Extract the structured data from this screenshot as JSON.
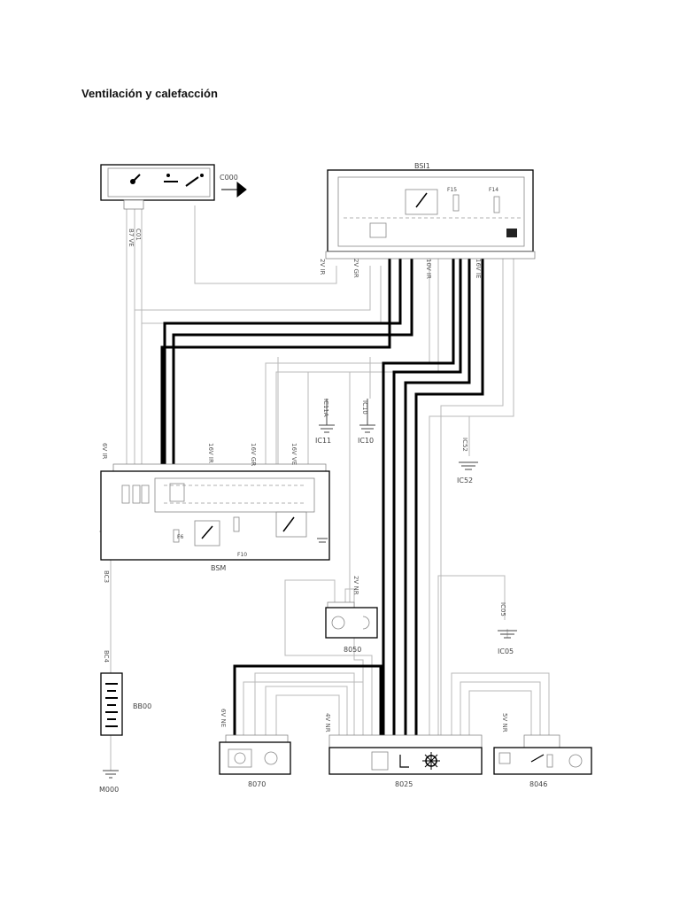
{
  "title": "Ventilación y calefacción",
  "components": {
    "bsi1": "BSI1",
    "bsm": "BSM",
    "c000": "C000",
    "bb00": "BB00",
    "m000": "M000",
    "c8025": "8025",
    "c8070": "8070",
    "c8050": "8050",
    "c8046": "8046",
    "f10": "F10",
    "f15": "F15",
    "f14": "F14",
    "f6": "F6"
  },
  "grounds": {
    "ic11": "IC11",
    "ic10": "IC10",
    "ic52": "IC52",
    "ic05": "IC05"
  },
  "splices": {
    "s1": "IC11A",
    "s2": "IC10",
    "s3": "IC52",
    "s4": "IC05"
  },
  "wire_labels": {
    "c000_left": "B7 VE",
    "c000_right": "C01",
    "bsi_1": "2V IR",
    "bsi_2": "2V GR",
    "bsi_3": "10V IR",
    "bsi_4": "16V IE",
    "bsm_1": "6V IR",
    "bsm_2": "16V IR",
    "bsm_3": "16V GR",
    "bsm_4": "16V VE",
    "bb00": "BC4",
    "m000": "BC3",
    "c8070": "6V NE",
    "c8050": "2V NR",
    "c8025": "4V NR",
    "c8046": "5V NR"
  }
}
